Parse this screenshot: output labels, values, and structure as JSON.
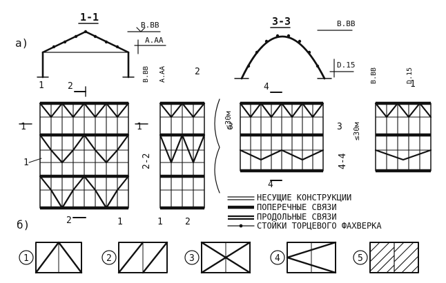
{
  "labels": {
    "part_a": "а)",
    "part_b": "б)",
    "sec_1_1": "1-1",
    "sec_3_3": "3-3",
    "sec_2_2": "2-2",
    "sec_4_4": "4-4",
    "elev_bvv": "В.ВВ",
    "elev_aaa": "А.АА",
    "elev_d15": "D.15",
    "dim_30m": "≤30м",
    "n1": "1",
    "n2": "2",
    "n3": "3",
    "n4": "4"
  },
  "legend": [
    {
      "key": "load_bearing",
      "text": "НЕСУЩИЕ КОНСТРУКЦИИ"
    },
    {
      "key": "transverse",
      "text": "ПОПЕРЕЧНЫЕ СВЯЗИ"
    },
    {
      "key": "longitudinal",
      "text": "ПРОДОЛЬНЫЕ СВЯЗИ"
    },
    {
      "key": "gable_posts",
      "text": "СТОЙКИ ТОРЦЕВОГО ФАХВЕРКА"
    }
  ],
  "braces": [
    {
      "num": "1"
    },
    {
      "num": "2"
    },
    {
      "num": "3"
    },
    {
      "num": "4"
    },
    {
      "num": "5"
    }
  ]
}
